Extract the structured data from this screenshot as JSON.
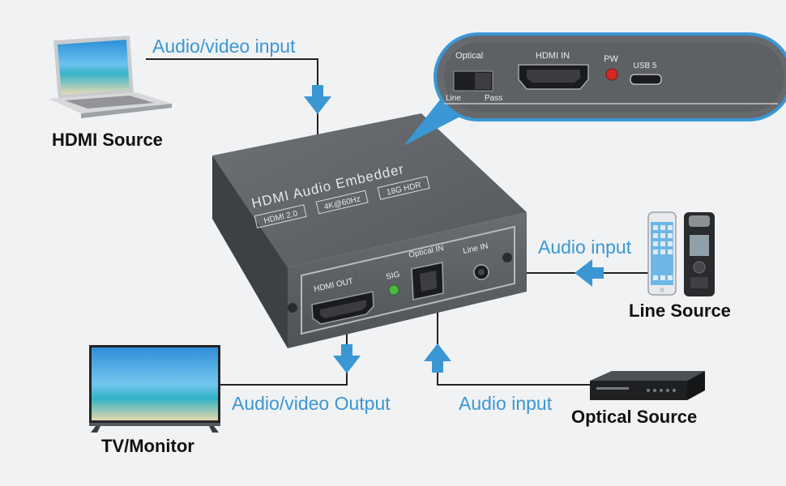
{
  "labels": {
    "av_input": "Audio/video input",
    "hdmi_source": "HDMI Source",
    "audio_input_line": "Audio input",
    "line_source": "Line Source",
    "av_output": "Audio/video Output",
    "audio_input_optical": "Audio input",
    "optical_source": "Optical Source",
    "tv_monitor": "TV/Monitor"
  },
  "device": {
    "title": "HDMI Audio Embedder",
    "badges": [
      "HDMI 2.0",
      "4K@60Hz",
      "18G HDR"
    ],
    "ports": {
      "hdmi_out": "HDMI OUT",
      "sig": "SIG",
      "optical_in": "Optical IN",
      "line_in": "Line IN"
    }
  },
  "zoom_panel": {
    "optical": "Optical",
    "hdmi_in": "HDMI IN",
    "pw": "PW",
    "usb": "USB 5",
    "line": "Line",
    "pass": "Pass"
  },
  "colors": {
    "accent_blue": "#3a97d4",
    "device_body": "#5f6266",
    "background": "#f1f2f4"
  }
}
